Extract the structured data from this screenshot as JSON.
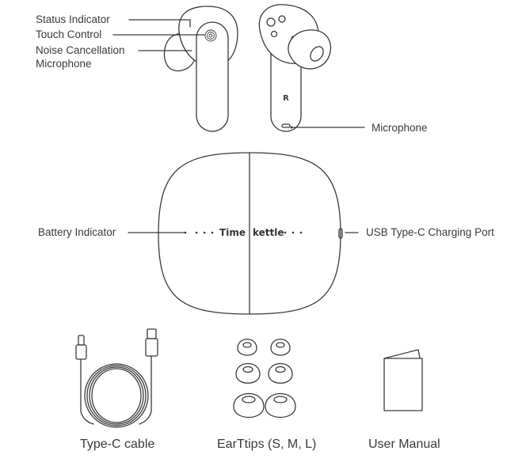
{
  "labels": {
    "status_indicator": "Status Indicator",
    "touch_control": "Touch Control",
    "noise_cancellation_line1": "Noise Cancellation",
    "noise_cancellation_line2": "Microphone",
    "microphone": "Microphone",
    "battery_indicator": "Battery Indicator",
    "usb_port": "USB Type-C Charging Port"
  },
  "earbud_marking": "R",
  "case_brand": {
    "left": "Time",
    "right": "kettle"
  },
  "captions": {
    "cable": "Type-C cable",
    "eartips": "EarTtips (S, M, L)",
    "manual": "User Manual"
  },
  "colors": {
    "line": "#3a3a3a",
    "text": "#3a3a3a",
    "background": "#ffffff"
  },
  "icons": [
    "fingerprint-icon"
  ]
}
